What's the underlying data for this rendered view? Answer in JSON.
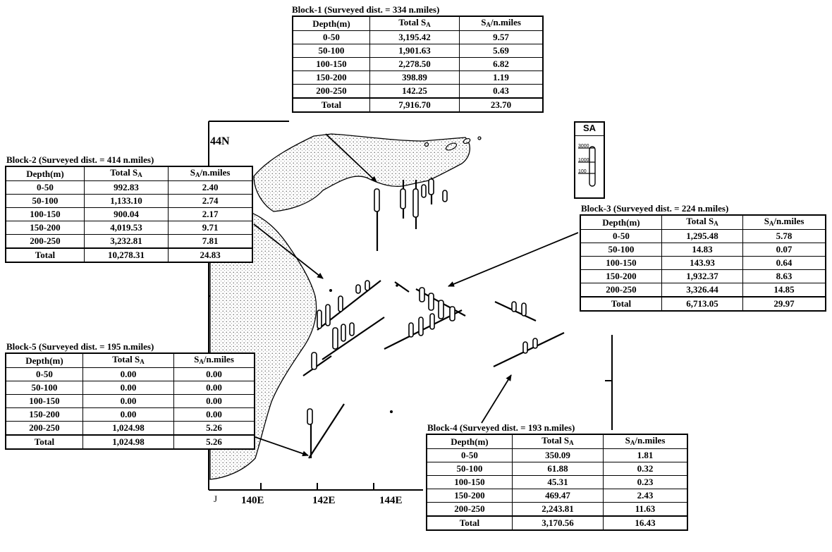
{
  "map": {
    "lat_label": "44N",
    "lon_labels": [
      "140E",
      "142E",
      "144E"
    ],
    "corner_mark": "J"
  },
  "legend": {
    "title": "SA",
    "ticks": [
      "3000",
      "1000",
      "100"
    ]
  },
  "columns": {
    "depth": "Depth(m)",
    "total_prefix": "Total S",
    "per_prefix": "S",
    "per_suffix": "/n.miles",
    "sub": "A"
  },
  "blocks": [
    {
      "caption": "Block-1 (Surveyed dist. = 334 n.miles)",
      "rows": [
        [
          "0-50",
          "3,195.42",
          "9.57"
        ],
        [
          "50-100",
          "1,901.63",
          "5.69"
        ],
        [
          "100-150",
          "2,278.50",
          "6.82"
        ],
        [
          "150-200",
          "398.89",
          "1.19"
        ],
        [
          "200-250",
          "142.25",
          "0.43"
        ]
      ],
      "total": [
        "Total",
        "7,916.70",
        "23.70"
      ]
    },
    {
      "caption": "Block-2 (Surveyed dist. = 414 n.miles)",
      "rows": [
        [
          "0-50",
          "992.83",
          "2.40"
        ],
        [
          "50-100",
          "1,133.10",
          "2.74"
        ],
        [
          "100-150",
          "900.04",
          "2.17"
        ],
        [
          "150-200",
          "4,019.53",
          "9.71"
        ],
        [
          "200-250",
          "3,232.81",
          "7.81"
        ]
      ],
      "total": [
        "Total",
        "10,278.31",
        "24.83"
      ]
    },
    {
      "caption": "Block-3 (Surveyed dist. = 224 n.miles)",
      "rows": [
        [
          "0-50",
          "1,295.48",
          "5.78"
        ],
        [
          "50-100",
          "14.83",
          "0.07"
        ],
        [
          "100-150",
          "143.93",
          "0.64"
        ],
        [
          "150-200",
          "1,932.37",
          "8.63"
        ],
        [
          "200-250",
          "3,326.44",
          "14.85"
        ]
      ],
      "total": [
        "Total",
        "6,713.05",
        "29.97"
      ]
    },
    {
      "caption": "Block-4 (Surveyed dist. = 193 n.miles)",
      "rows": [
        [
          "0-50",
          "350.09",
          "1.81"
        ],
        [
          "50-100",
          "61.88",
          "0.32"
        ],
        [
          "100-150",
          "45.31",
          "0.23"
        ],
        [
          "150-200",
          "469.47",
          "2.43"
        ],
        [
          "200-250",
          "2,243.81",
          "11.63"
        ]
      ],
      "total": [
        "Total",
        "3,170.56",
        "16.43"
      ]
    },
    {
      "caption": "Block-5 (Surveyed dist. = 195 n.miles)",
      "rows": [
        [
          "0-50",
          "0.00",
          "0.00"
        ],
        [
          "50-100",
          "0.00",
          "0.00"
        ],
        [
          "100-150",
          "0.00",
          "0.00"
        ],
        [
          "150-200",
          "0.00",
          "0.00"
        ],
        [
          "200-250",
          "1,024.98",
          "5.26"
        ]
      ],
      "total": [
        "Total",
        "1,024.98",
        "5.26"
      ]
    }
  ]
}
